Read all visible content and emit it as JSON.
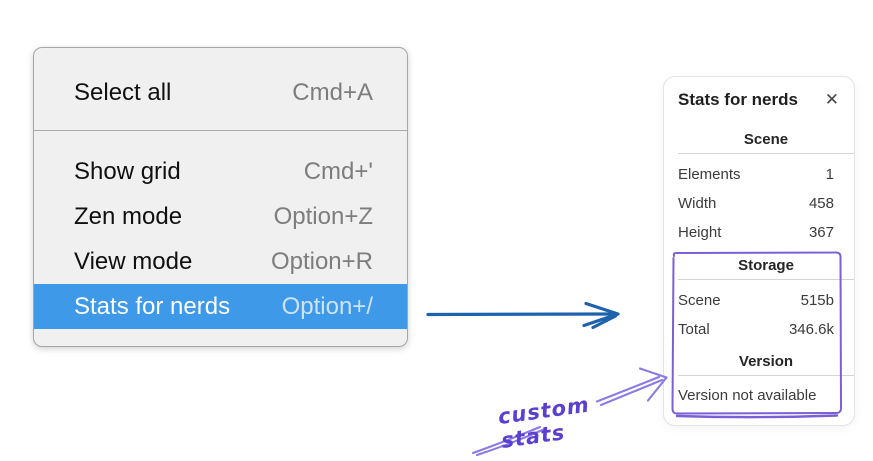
{
  "context_menu": {
    "sections": [
      {
        "items": [
          {
            "label": "Select all",
            "shortcut": "Cmd+A"
          }
        ]
      },
      {
        "items": [
          {
            "label": "Show grid",
            "shortcut": "Cmd+'"
          },
          {
            "label": "Zen mode",
            "shortcut": "Option+Z"
          },
          {
            "label": "View mode",
            "shortcut": "Option+R"
          },
          {
            "label": "Stats for nerds",
            "shortcut": "Option+/",
            "selected": true
          }
        ]
      }
    ],
    "colors": {
      "highlight": "#3e99e8",
      "background": "#f0f0f1"
    }
  },
  "stats_panel": {
    "title": "Stats for nerds",
    "close_icon": "✕",
    "scene_section": {
      "header": "Scene",
      "rows": [
        {
          "label": "Elements",
          "value": "1"
        },
        {
          "label": "Width",
          "value": "458"
        },
        {
          "label": "Height",
          "value": "367"
        }
      ]
    },
    "storage_section": {
      "header": "Storage",
      "rows": [
        {
          "label": "Scene",
          "value": "515b"
        },
        {
          "label": "Total",
          "value": "346.6k"
        }
      ]
    },
    "version_section": {
      "header": "Version",
      "message": "Version not available"
    }
  },
  "annotations": {
    "label": "custom stats",
    "colors": {
      "arrow_blue": "#1e62ae",
      "sketch_purple": "#7b5fd6",
      "label_purple": "#5a3fd0"
    }
  }
}
